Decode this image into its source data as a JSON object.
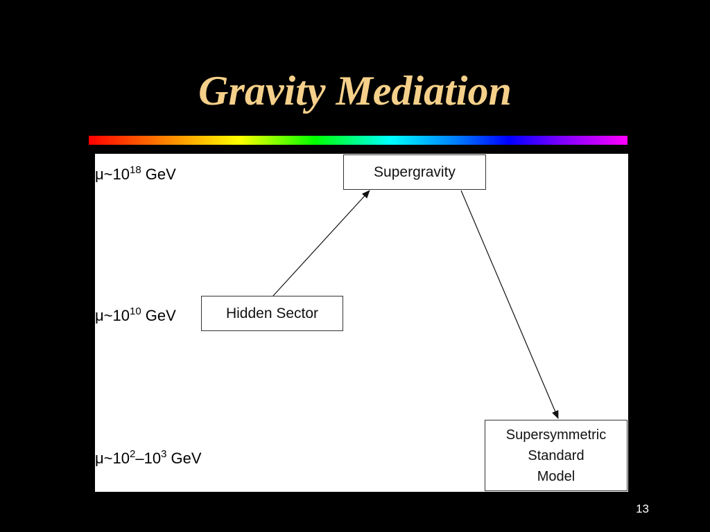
{
  "slide": {
    "title": "Gravity Mediation",
    "page_number": "13",
    "colors": {
      "background": "#000000",
      "title": "#f5d08a",
      "page_number": "#ffffff",
      "panel": "#ffffff"
    }
  },
  "diagram": {
    "energy_scales": [
      {
        "id": "planck",
        "prefix": "μ~10",
        "exp": "18",
        "suffix": " GeV"
      },
      {
        "id": "hidden",
        "prefix": "μ~10",
        "exp": "10",
        "suffix": " GeV"
      },
      {
        "id": "weak",
        "prefix": "μ~10",
        "exp": "2",
        "middle": "–10",
        "exp2": "3",
        "suffix": " GeV"
      }
    ],
    "nodes": [
      {
        "id": "supergravity",
        "lines": [
          "Supergravity"
        ]
      },
      {
        "id": "hidden-sector",
        "lines": [
          "Hidden Sector"
        ]
      },
      {
        "id": "ssm",
        "lines": [
          "Supersymmetric",
          "Standard",
          "Model"
        ]
      }
    ],
    "edges": [
      {
        "from": "hidden-sector",
        "to": "supergravity"
      },
      {
        "from": "supergravity",
        "to": "ssm"
      }
    ]
  }
}
